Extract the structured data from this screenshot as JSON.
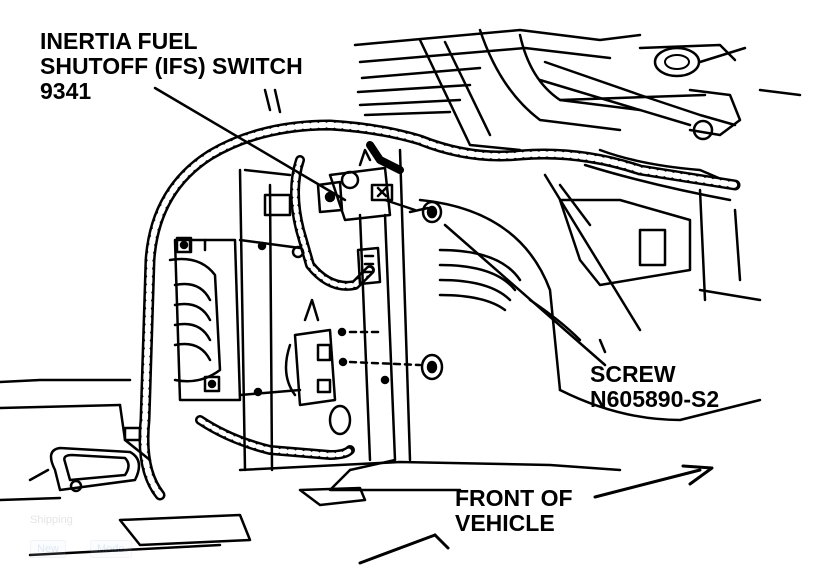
{
  "labels": {
    "ifs_line1": "INERTIA FUEL",
    "ifs_line2": "SHUTOFF (IFS) SWITCH",
    "ifs_part": "9341",
    "screw": "SCREW",
    "screw_part": "N605890-S2",
    "front_line1": "FRONT OF",
    "front_line2": "VEHICLE"
  },
  "ghost_toolbar": {
    "status_text": "Shipping",
    "new_label": "New",
    "mode_label": "Mode"
  },
  "colors": {
    "ink": "#000000",
    "paper": "#ffffff"
  }
}
